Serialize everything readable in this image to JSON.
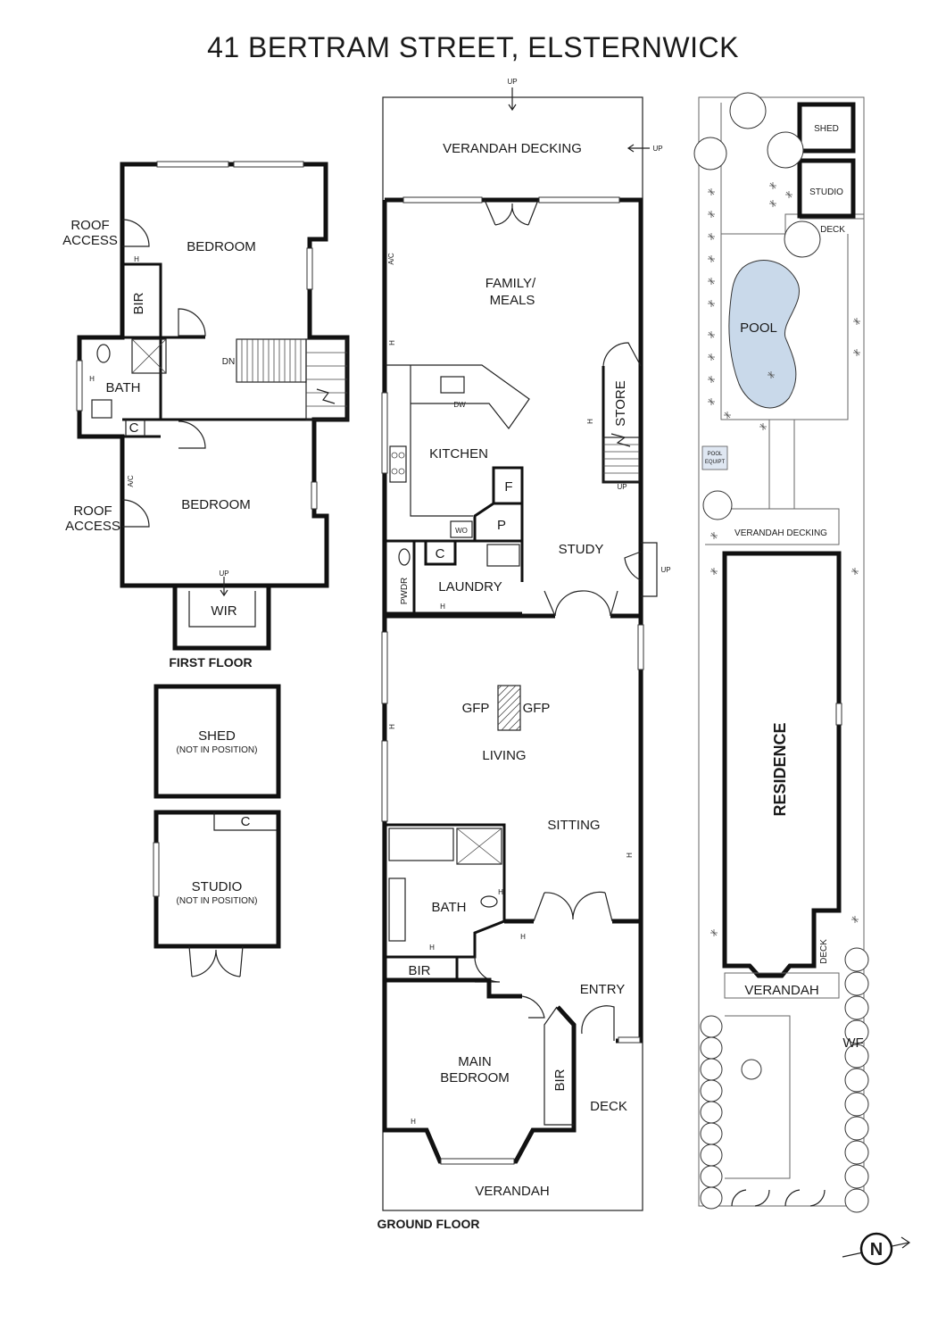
{
  "title": "41 BERTRAM STREET, ELSTERNWICK",
  "first_floor": {
    "caption": "FIRST FLOOR",
    "rooms": {
      "bedroom_top": "BEDROOM",
      "bedroom_bottom": "BEDROOM",
      "roof_access_top_1": "ROOF",
      "roof_access_top_2": "ACCESS",
      "roof_access_bottom_1": "ROOF",
      "roof_access_bottom_2": "ACCESS",
      "bir": "BIR",
      "bath": "BATH",
      "cupboard": "C",
      "wir": "WIR",
      "dn": "DN",
      "up": "UP",
      "heater_1": "H",
      "heater_2": "H",
      "ac": "A/C"
    }
  },
  "outbuildings": {
    "shed": "SHED",
    "shed_note": "(NOT IN POSITION)",
    "studio": "STUDIO",
    "studio_note": "(NOT IN POSITION)",
    "studio_cupboard": "C"
  },
  "ground_floor": {
    "caption": "GROUND FLOOR",
    "rooms": {
      "up_top": "UP",
      "up_right": "UP",
      "verandah_decking": "VERANDAH DECKING",
      "family_1": "FAMILY/",
      "family_2": "MEALS",
      "kitchen": "KITCHEN",
      "dw": "DW",
      "store": "STORE",
      "store_up": "UP",
      "fridge": "F",
      "pantry": "P",
      "wo": "WO",
      "cupboard": "C",
      "laundry": "LAUNDRY",
      "pwdr": "PWDR",
      "study": "STUDY",
      "study_up": "UP",
      "gfp_left": "GFP",
      "gfp_right": "GFP",
      "living": "LIVING",
      "sitting": "SITTING",
      "bath": "BATH",
      "bir_1": "BIR",
      "bir_2": "BIR",
      "entry": "ENTRY",
      "main_bedroom_1": "MAIN",
      "main_bedroom_2": "BEDROOM",
      "deck": "DECK",
      "verandah": "VERANDAH",
      "ac": "A/C",
      "h1": "H",
      "h2": "H",
      "h3": "H",
      "h4": "H",
      "h5": "H",
      "h6": "H",
      "h7": "H",
      "h8": "H",
      "h9": "H"
    }
  },
  "site_plan": {
    "shed": "SHED",
    "studio": "STUDIO",
    "deck_top": "DECK",
    "pool": "POOL",
    "pool_equip_1": "POOL",
    "pool_equip_2": "EQUIPT",
    "verandah_decking": "VERANDAH DECKING",
    "residence": "RESIDENCE",
    "deck_side": "DECK",
    "verandah": "VERANDAH",
    "wf": "WF",
    "pool_color": "#c9d9ea"
  },
  "compass": {
    "label": "N"
  }
}
